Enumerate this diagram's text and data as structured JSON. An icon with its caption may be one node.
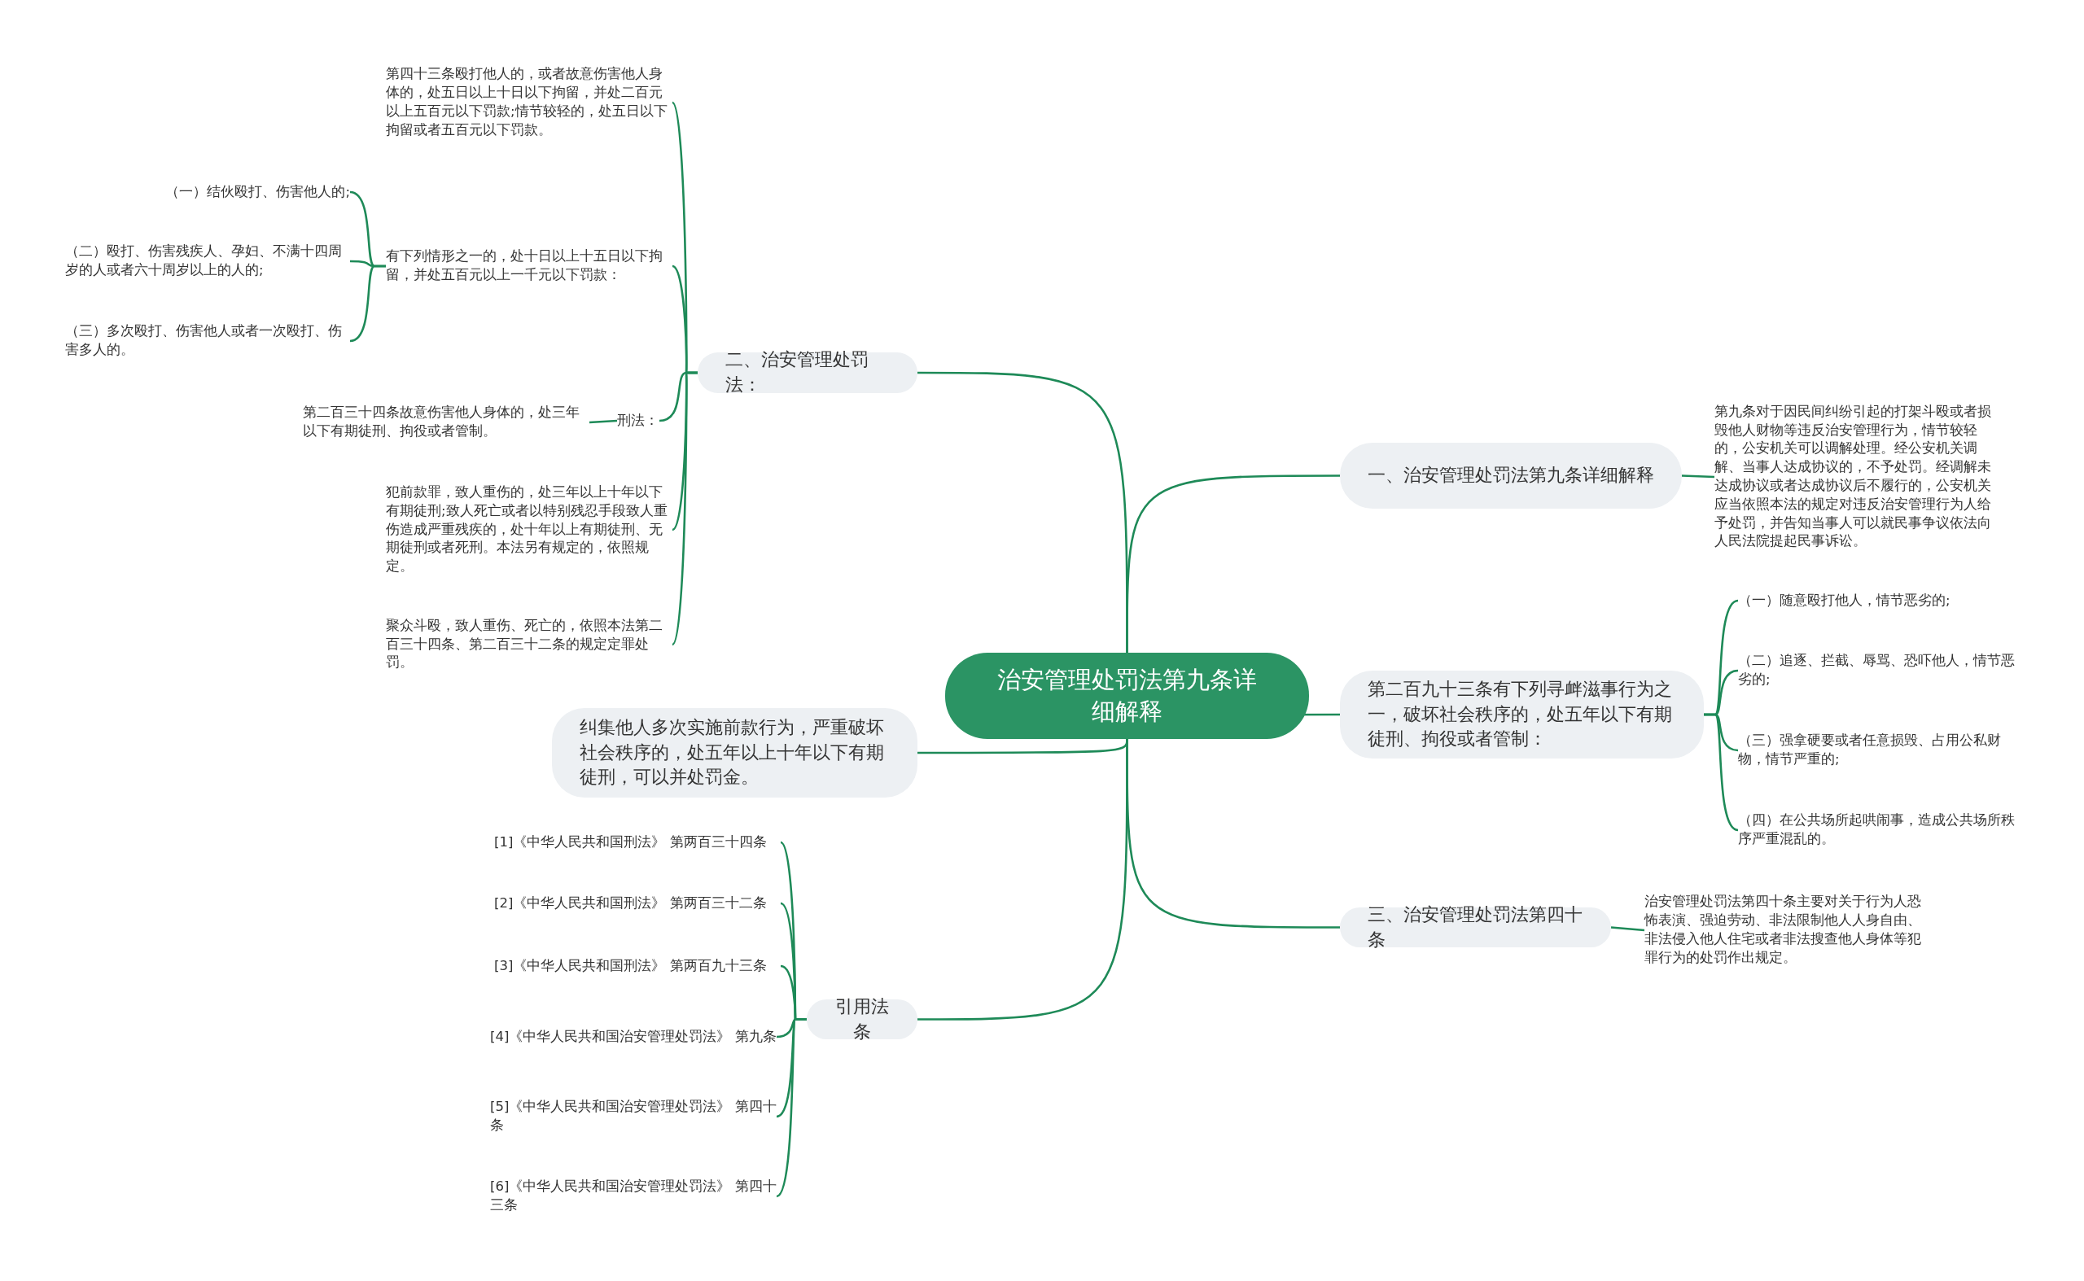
{
  "diagram": {
    "nodes": [
      {
        "text": [
          "治安管理处罚法第九条详细解释"
        ]
      },
      {
        "text": [
          "二、治安管理处罚法："
        ]
      },
      {
        "text": [
          "第四十三条殴打他人的，或者故意伤害他人身体的，处五日以上十日以下拘留，并处二百元以上五百元以下罚款;情节较轻的，处五日以下拘留或者五百元以下罚款。"
        ]
      },
      {
        "text": [
          "有下列情形之一的，处十日以上十五日以下拘留，并处五百元以上一千元以下罚款："
        ]
      },
      {
        "text": [
          "（一）结伙殴打、伤害他人的;"
        ]
      },
      {
        "text": [
          "（二）殴打、伤害残疾人、孕妇、不满十四周岁的人或者六十周岁以上的人的;"
        ]
      },
      {
        "text": [
          "（三）多次殴打、伤害他人或者一次殴打、伤害多人的。"
        ]
      },
      {
        "text": [
          "刑法："
        ]
      },
      {
        "text": [
          "第二百三十四条故意伤害他人身体的，处三年以下有期徒刑、拘役或者管制。"
        ]
      },
      {
        "text": [
          "犯前款罪，致人重伤的，处三年以上十年以下有期徒刑;致人死亡或者以特别残忍手段致人重伤造成严重残疾的，处十年以上有期徒刑、无期徒刑或者死刑。本法另有规定的，依照规定。"
        ]
      },
      {
        "text": [
          "聚众斗殴，致人重伤、死亡的，依照本法第二百三十四条、第二百三十二条的规定定罪处罚。"
        ]
      },
      {
        "text": [
          "纠集他人多次实施前款行为，严重破坏社会秩序的，处五年以上十年以下有期徒刑，可以并处罚金。"
        ]
      },
      {
        "text": [
          "引用法条"
        ]
      },
      {
        "text": [
          "[1]《中华人民共和国刑法》 第两百三十四条"
        ]
      },
      {
        "text": [
          "[2]《中华人民共和国刑法》 第两百三十二条"
        ]
      },
      {
        "text": [
          "[3]《中华人民共和国刑法》 第两百九十三条"
        ]
      },
      {
        "text": [
          "[4]《中华人民共和国治安管理处罚法》 第九条"
        ]
      },
      {
        "text": [
          "[5]《中华人民共和国治安管理处罚法》 第四十条"
        ]
      },
      {
        "text": [
          "[6]《中华人民共和国治安管理处罚法》 第四十三条"
        ]
      },
      {
        "text": [
          "一、治安管理处罚法第九条详细解释"
        ]
      },
      {
        "text": [
          "第九条对于因民间纠纷引起的打架斗殴或者损毁他人财物等违反治安管理行为，情节较轻的，公安机关可以调解处理。经公安机关调解、当事人达成协议的，不予处罚。经调解未达成协议或者达成协议后不履行的，公安机关应当依照本法的规定对违反治安管理行为人给予处罚，并告知当事人可以就民事争议依法向人民法院提起民事诉讼。"
        ]
      },
      {
        "text": [
          "第二百九十三条有下列寻衅滋事行为之一，破坏社会秩序的，处五年以下有期徒刑、拘役或者管制："
        ]
      },
      {
        "text": [
          "（一）随意殴打他人，情节恶劣的;"
        ]
      },
      {
        "text": [
          "（二）追逐、拦截、辱骂、恐吓他人，情节恶劣的;"
        ]
      },
      {
        "text": [
          "（三）强拿硬要或者任意损毁、占用公私财物，情节严重的;"
        ]
      },
      {
        "text": [
          "（四）在公共场所起哄闹事，造成公共场所秩序严重混乱的。"
        ]
      },
      {
        "text": [
          "三、治安管理处罚法第四十条"
        ]
      },
      {
        "text": [
          "治安管理处罚法第四十条主要对关于行为人恐怖表演、强迫劳动、非法限制他人人身自由、非法侵入他人住宅或者非法搜查他人身体等犯罪行为的处罚作出规定。"
        ]
      }
    ],
    "edges": [
      {
        "from": 0,
        "to": 1,
        "arrow": "none"
      },
      {
        "from": 1,
        "to": 2,
        "arrow": "none"
      },
      {
        "from": 1,
        "to": 3,
        "arrow": "none"
      },
      {
        "from": 3,
        "to": 4,
        "arrow": "none"
      },
      {
        "from": 3,
        "to": 5,
        "arrow": "none"
      },
      {
        "from": 3,
        "to": 6,
        "arrow": "none"
      },
      {
        "from": 1,
        "to": 7,
        "arrow": "none"
      },
      {
        "from": 7,
        "to": 8,
        "arrow": "none"
      },
      {
        "from": 1,
        "to": 9,
        "arrow": "none"
      },
      {
        "from": 1,
        "to": 10,
        "arrow": "none"
      },
      {
        "from": 0,
        "to": 11,
        "arrow": "none"
      },
      {
        "from": 0,
        "to": 12,
        "arrow": "none"
      },
      {
        "from": 12,
        "to": 13,
        "arrow": "none"
      },
      {
        "from": 12,
        "to": 14,
        "arrow": "none"
      },
      {
        "from": 12,
        "to": 15,
        "arrow": "none"
      },
      {
        "from": 12,
        "to": 16,
        "arrow": "none"
      },
      {
        "from": 12,
        "to": 17,
        "arrow": "none"
      },
      {
        "from": 12,
        "to": 18,
        "arrow": "none"
      },
      {
        "from": 0,
        "to": 19,
        "arrow": "none"
      },
      {
        "from": 19,
        "to": 20,
        "arrow": "none"
      },
      {
        "from": 0,
        "to": 21,
        "arrow": "none"
      },
      {
        "from": 21,
        "to": 22,
        "arrow": "none"
      },
      {
        "from": 21,
        "to": 23,
        "arrow": "none"
      },
      {
        "from": 21,
        "to": 24,
        "arrow": "none"
      },
      {
        "from": 21,
        "to": 25,
        "arrow": "none"
      },
      {
        "from": 0,
        "to": 26,
        "arrow": "none"
      },
      {
        "from": 26,
        "to": 27,
        "arrow": "none"
      }
    ]
  }
}
